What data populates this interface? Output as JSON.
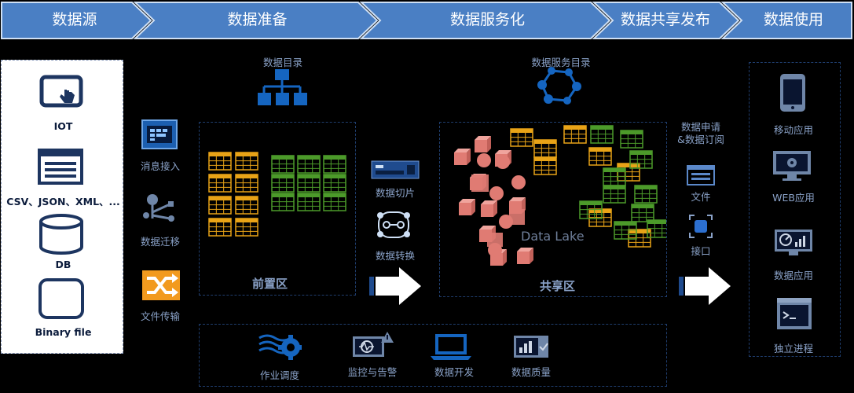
{
  "stages": [
    {
      "label": "数据源"
    },
    {
      "label": "数据准备"
    },
    {
      "label": "数据服务化"
    },
    {
      "label": "数据共享发布"
    },
    {
      "label": "数据使用"
    }
  ],
  "sources": [
    {
      "label": "IOT",
      "icon": "touch-screen-icon"
    },
    {
      "label": "CSV、JSON、XML、...",
      "icon": "document-list-icon"
    },
    {
      "label": "DB",
      "icon": "database-cylinder-icon"
    },
    {
      "label": "Binary file",
      "icon": "rounded-square-icon"
    }
  ],
  "ingest": [
    {
      "label": "消息接入",
      "icon": "message-queue-icon"
    },
    {
      "label": "数据迁移",
      "icon": "usb-migration-icon"
    },
    {
      "label": "文件传输",
      "icon": "shuffle-icon"
    }
  ],
  "prep": {
    "catalog_label": "数据目录",
    "zone_label": "前置区"
  },
  "transform": [
    {
      "label": "数据切片",
      "icon": "server-slice-icon"
    },
    {
      "label": "数据转换",
      "icon": "convert-icon"
    }
  ],
  "service": {
    "catalog_label": "数据服务目录",
    "zone_label": "共享区",
    "lake_label": "Data Lake"
  },
  "publish": {
    "subscribe_label": "数据申请\n&数据订阅",
    "items": [
      {
        "label": "文件",
        "icon": "file-icon"
      },
      {
        "label": "接口",
        "icon": "interface-icon"
      }
    ]
  },
  "usage": [
    {
      "label": "移动应用",
      "icon": "mobile-phone-icon"
    },
    {
      "label": "WEB应用",
      "icon": "monitor-gear-icon"
    },
    {
      "label": "数据应用",
      "icon": "dashboard-icon"
    },
    {
      "label": "独立进程",
      "icon": "terminal-icon"
    }
  ],
  "tools": [
    {
      "label": "作业调度",
      "icon": "scheduler-gear-icon"
    },
    {
      "label": "监控与告警",
      "icon": "monitor-alert-icon"
    },
    {
      "label": "数据开发",
      "icon": "laptop-icon"
    },
    {
      "label": "数据质量",
      "icon": "quality-chart-icon"
    }
  ],
  "colors": {
    "stage_blue": "#4a7fc4",
    "icon_blue": "#1565c0",
    "table_orange": "#e8a317",
    "table_green": "#4c9a2a",
    "cube_red": "#e07b73",
    "shuffle_orange": "#f29a1e"
  }
}
